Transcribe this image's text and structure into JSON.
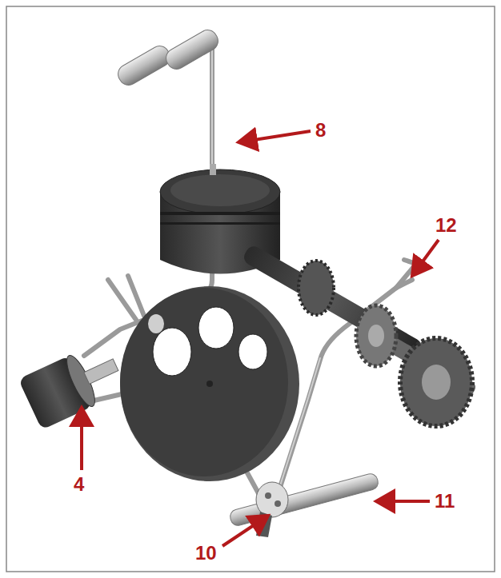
{
  "diagram": {
    "labels": [
      "8",
      "12",
      "4",
      "10",
      "11"
    ]
  }
}
